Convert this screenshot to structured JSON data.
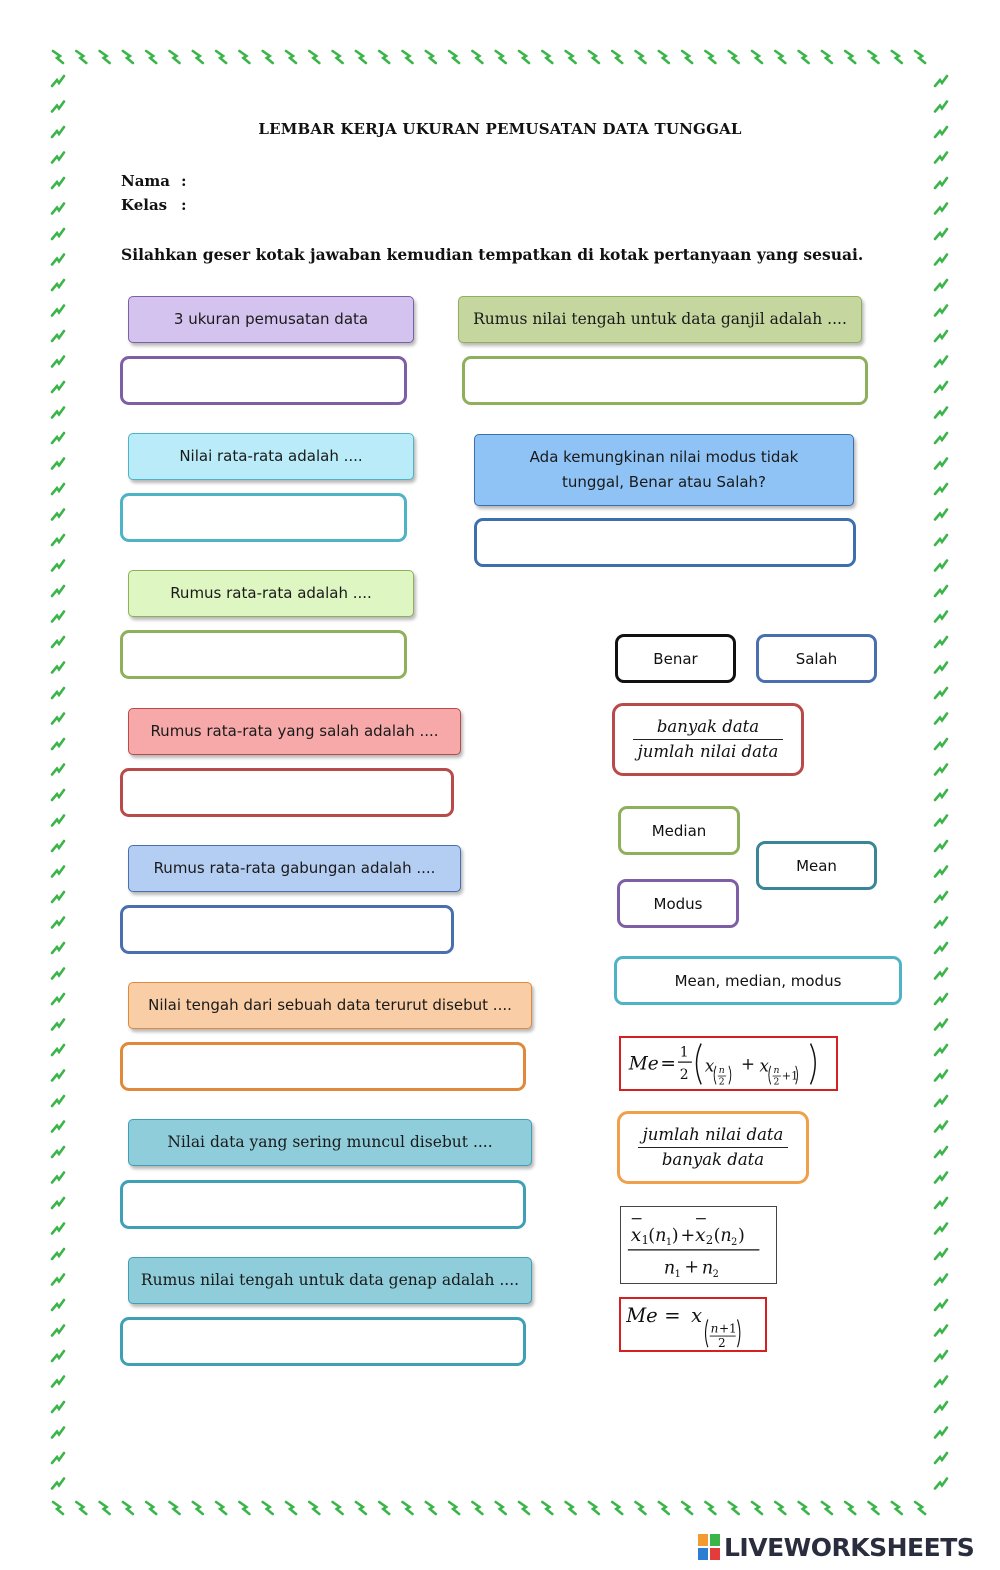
{
  "header": {
    "title": "LEMBAR KERJA UKURAN PEMUSATAN DATA TUNGGAL",
    "name_label": "Nama",
    "class_label": "Kelas",
    "colon": ":",
    "instruction": "Silahkan geser kotak jawaban kemudian tempatkan di kotak pertanyaan yang sesuai."
  },
  "questions": [
    {
      "text": "3 ukuran pemusatan data",
      "fill": "#d4c3ee",
      "border": "#7e5fa6"
    },
    {
      "text": "Rumus nilai tengah untuk data ganjil adalah ....",
      "fill": "#c5d79f",
      "border": "#8fb05a"
    },
    {
      "text": "Nilai rata-rata adalah ....",
      "fill": "#b9ecf8",
      "border": "#4fb3c6"
    },
    {
      "text": "Ada kemungkinan nilai modus tidak tunggal, Benar atau Salah?",
      "fill": "#8fc3f6",
      "border": "#3d6fae"
    },
    {
      "text": "Rumus rata-rata adalah ....",
      "fill": "#def6c2",
      "border": "#8fb05a"
    },
    {
      "text": "Rumus rata-rata yang salah adalah ....",
      "fill": "#f7a9a9",
      "border": "#b94a4a"
    },
    {
      "text": "Rumus rata-rata gabungan adalah ....",
      "fill": "#b4cdf2",
      "border": "#4a6fae"
    },
    {
      "text": "Nilai tengah dari sebuah data terurut disebut ....",
      "fill": "#f9cda6",
      "border": "#e0893a"
    },
    {
      "text": "Nilai data yang sering muncul disebut ....",
      "fill": "#8fcddb",
      "border": "#3f9fb5"
    },
    {
      "text": "Rumus nilai tengah untuk data genap adalah ....",
      "fill": "#8fcddb",
      "border": "#3f9fb5"
    }
  ],
  "answers": {
    "benar": "Benar",
    "salah": "Salah",
    "median": "Median",
    "mean": "Mean",
    "modus": "Modus",
    "mean_median_modus": "Mean, median, modus",
    "wrong_formula": {
      "numerator": "banyak data",
      "denominator": "jumlah nilai data"
    },
    "mean_formula": {
      "numerator": "jumlah nilai data",
      "denominator": "banyak data"
    }
  },
  "colors": {
    "border_green": "#3bb54a",
    "formula_red": "#d42020"
  },
  "footer": {
    "logo_text": "LIVEWORKSHEETS"
  }
}
